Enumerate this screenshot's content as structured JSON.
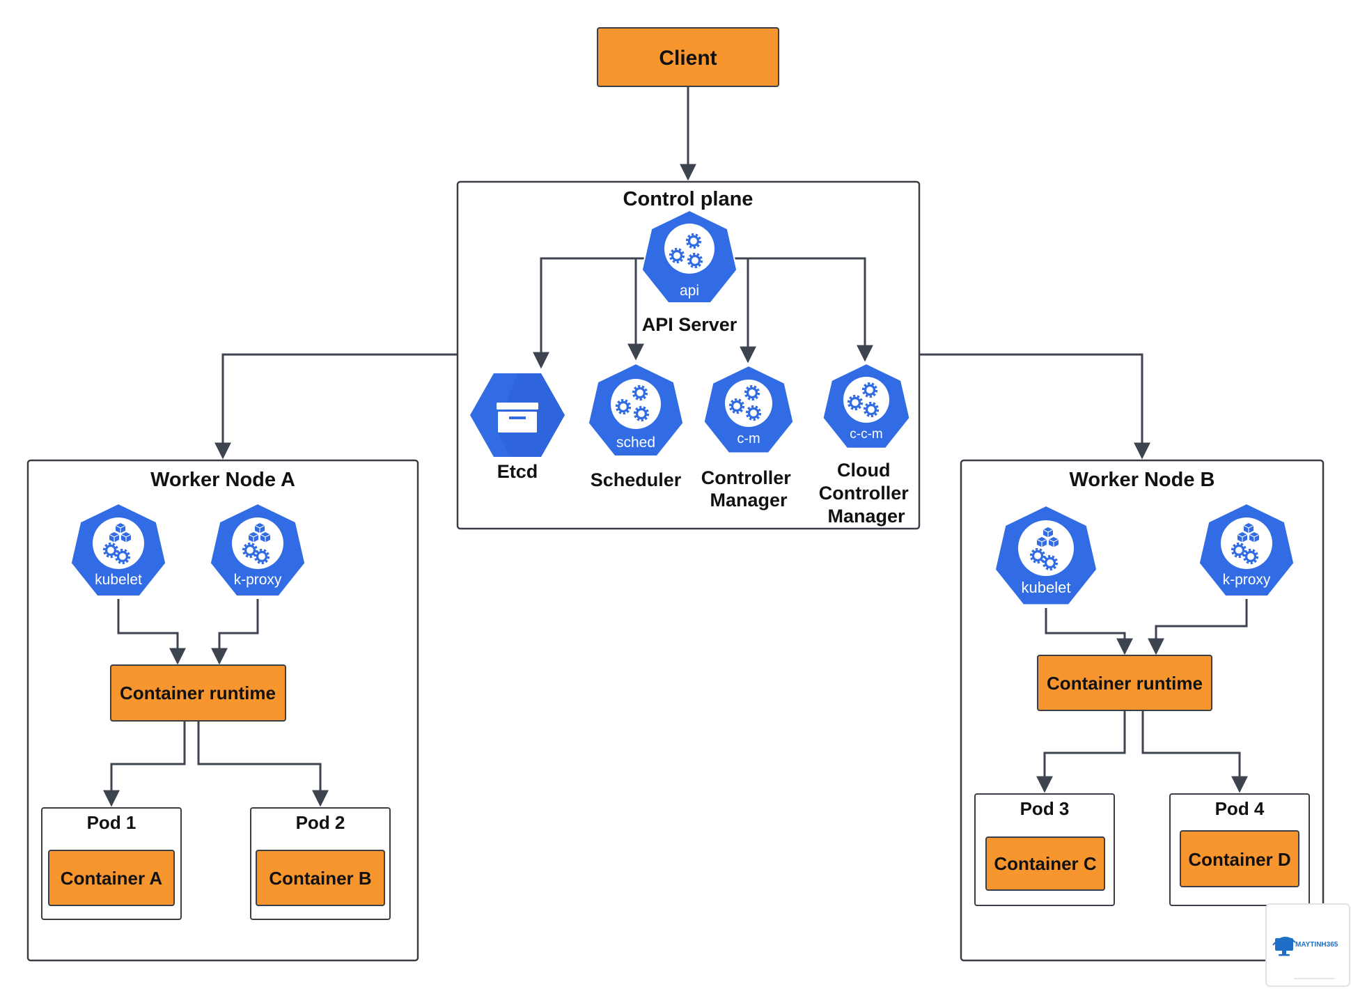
{
  "client": {
    "label": "Client"
  },
  "control_plane": {
    "title": "Control plane",
    "api_server": {
      "icon_label": "api",
      "caption": "API Server"
    },
    "etcd": {
      "caption": "Etcd"
    },
    "scheduler": {
      "icon_label": "sched",
      "caption": "Scheduler"
    },
    "controller_manager": {
      "icon_label": "c-m",
      "caption_lines": [
        "Controller",
        "Manager"
      ]
    },
    "cloud_controller_manager": {
      "icon_label": "c-c-m",
      "caption_lines": [
        "Cloud",
        "Controller",
        "Manager"
      ]
    }
  },
  "worker_a": {
    "title": "Worker Node A",
    "kubelet": {
      "icon_label": "kubelet"
    },
    "kproxy": {
      "icon_label": "k-proxy"
    },
    "runtime": {
      "label": "Container runtime"
    },
    "pods": [
      {
        "title": "Pod 1",
        "container": "Container A"
      },
      {
        "title": "Pod 2",
        "container": "Container B"
      }
    ]
  },
  "worker_b": {
    "title": "Worker Node  B",
    "kubelet": {
      "icon_label": "kubelet"
    },
    "kproxy": {
      "icon_label": "k-proxy"
    },
    "runtime": {
      "label": "Container runtime"
    },
    "pods": [
      {
        "title": "Pod 3",
        "container": "Container C"
      },
      {
        "title": "Pod 4",
        "container": "Container D"
      }
    ]
  },
  "watermark": {
    "brand": "MAYTINH365"
  },
  "colors": {
    "orange": "#F7952F",
    "k8s_blue": "#326CE5",
    "stroke": "#3a3f47",
    "line": "#3d4450"
  }
}
